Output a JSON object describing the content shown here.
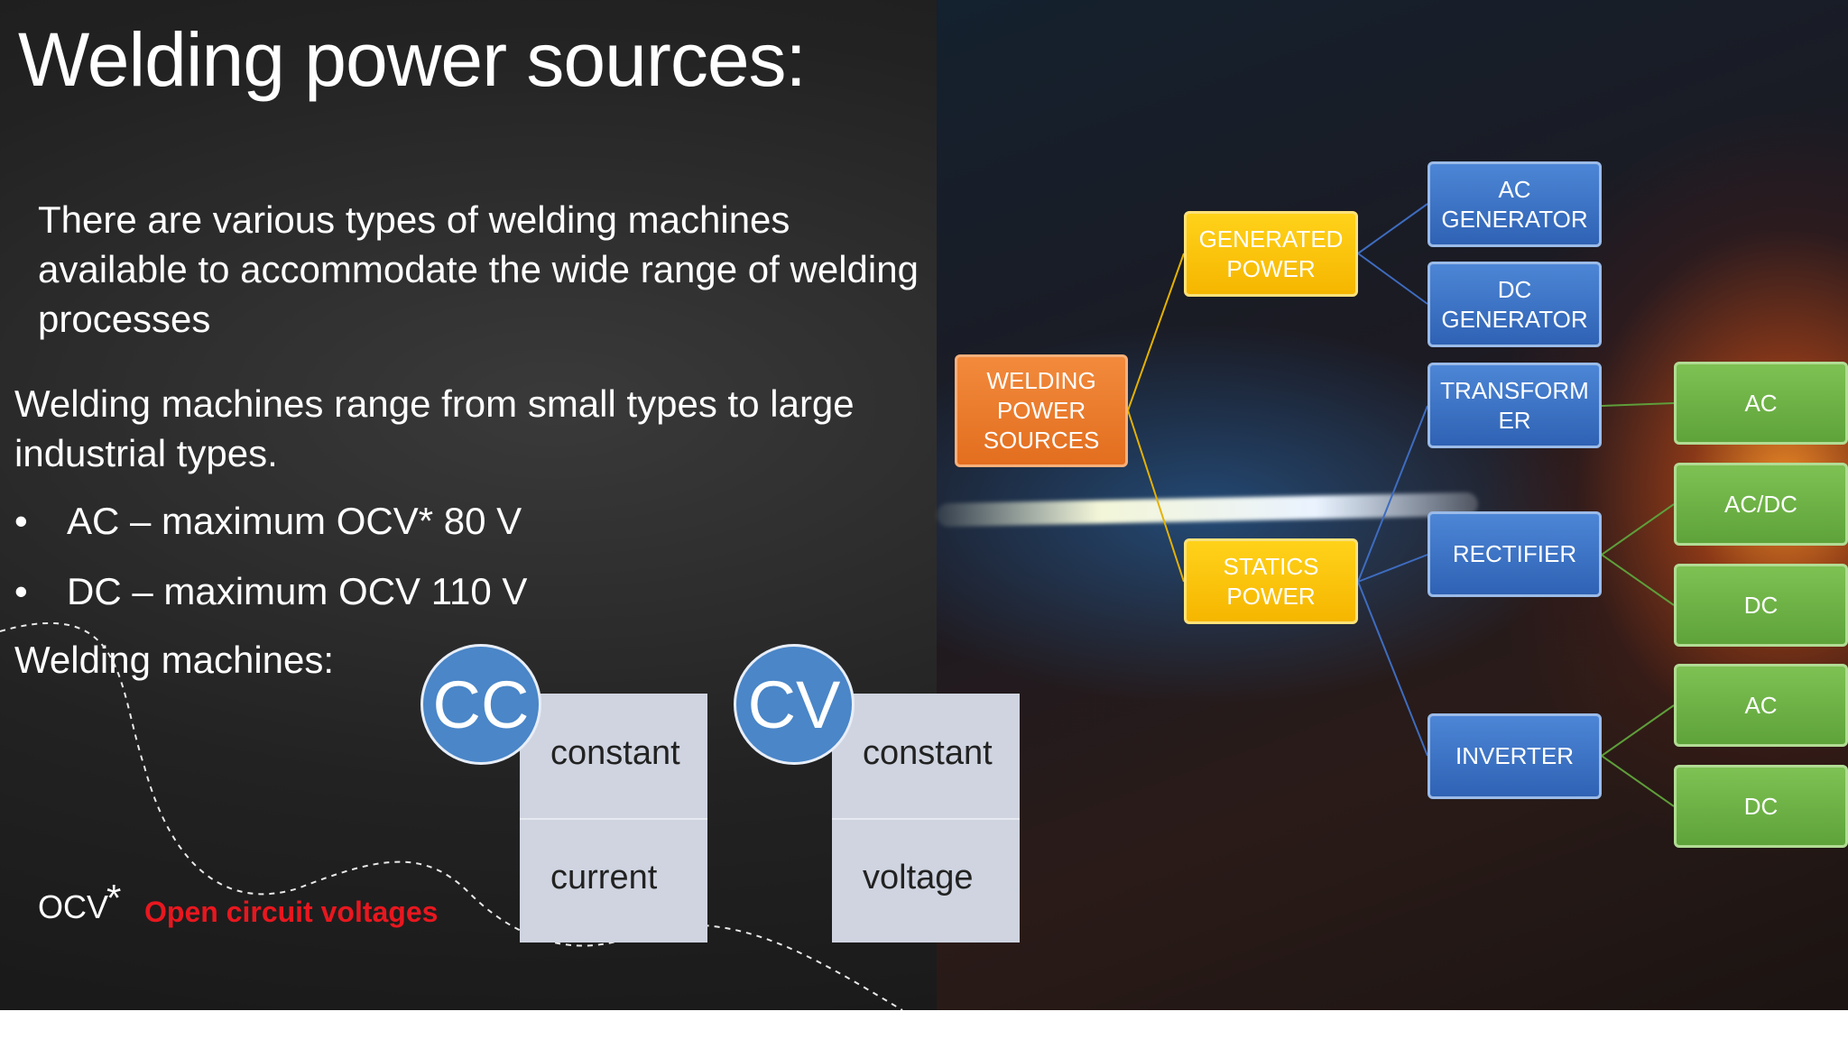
{
  "slide": {
    "title": "Welding power sources:",
    "intro": "There are various types of welding machines available  to accommodate the wide  range of welding processes",
    "range": "Welding machines range from small types to large industrial types.",
    "bullets": [
      "AC – maximum OCV* 80 V",
      "DC – maximum OCV 110 V"
    ],
    "bullet_symbol": "•",
    "machines_heading": "Welding machines:",
    "cc": {
      "circle": "CC",
      "top": "constant",
      "bottom": "current"
    },
    "cv": {
      "circle": "CV",
      "top": "constant",
      "bottom": "voltage"
    },
    "footnote": {
      "ocv": "OCV",
      "star": "*",
      "definition": "Open circuit voltages"
    }
  },
  "diagram": {
    "root": "WELDING POWER SOURCES",
    "generated": "GENERATED POWER",
    "statics": "STATICS POWER",
    "ac_generator": "AC GENERATOR",
    "dc_generator": "DC GENERATOR",
    "transformer": "TRANSFORMER",
    "rectifier": "RECTIFIER",
    "inverter": "INVERTER",
    "outputs": [
      "AC",
      "AC/DC",
      "DC",
      "AC",
      "DC"
    ]
  },
  "colors": {
    "root": "#ed7d31",
    "level2": "#ffc000",
    "level3": "#4472c4",
    "level4": "#70ad47",
    "footnote_red": "#e8171f",
    "circle_blue": "#4a86c8"
  }
}
